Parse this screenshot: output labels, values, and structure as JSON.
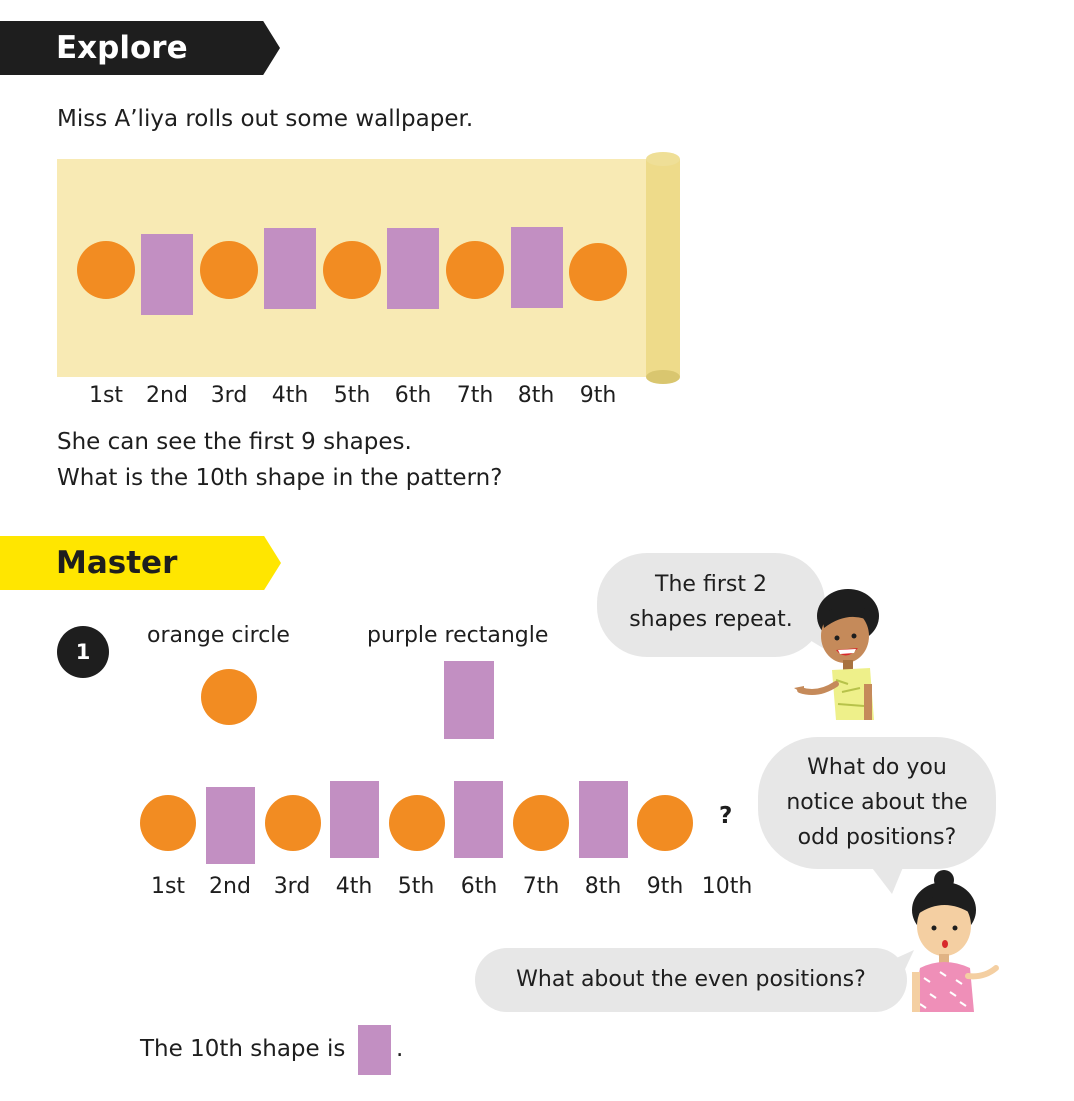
{
  "explore": {
    "heading": "Explore",
    "intro": "Miss A’liya rolls out some wallpaper.",
    "ordinals": [
      "1st",
      "2nd",
      "3rd",
      "4th",
      "5th",
      "6th",
      "7th",
      "8th",
      "9th"
    ],
    "line1": "She can see the first 9 shapes.",
    "line2": "What is the 10th shape in the pattern?"
  },
  "master": {
    "heading": "Master",
    "question_number": "1",
    "shape1_label": "orange circle",
    "shape2_label": "purple rectangle",
    "ordinals": [
      "1st",
      "2nd",
      "3rd",
      "4th",
      "5th",
      "6th",
      "7th",
      "8th",
      "9th",
      "10th"
    ],
    "unknown_mark": "?",
    "bubble_boy_line1": "The first 2",
    "bubble_boy_line2": "shapes repeat.",
    "bubble_odd_line1": "What do you",
    "bubble_odd_line2": "notice about the",
    "bubble_odd_line3": "odd positions?",
    "bubble_even": "What about the even positions?",
    "answer_prefix": "The 10th shape is",
    "answer_suffix": "."
  },
  "colors": {
    "orange": "#f28c22",
    "purple": "#c28fc2",
    "wallpaper": "#f8eab4",
    "explore_banner": "#1e1e1e",
    "master_banner": "#ffe600",
    "bubble": "#e7e7e7"
  }
}
